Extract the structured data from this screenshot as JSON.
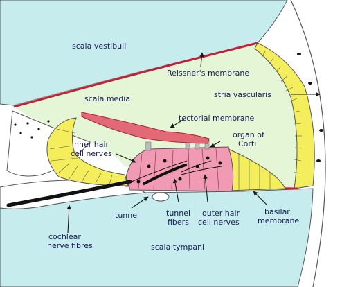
{
  "labels": {
    "scala_vestibuli": "scala vestibuli",
    "reissners_membrane": "Reissner's membrane",
    "scala_media": "scala media",
    "stria_vascularis": "stria vascularis",
    "tectorial_membrane": "tectorial membrane",
    "organ_of_corti_1": "organ of",
    "organ_of_corti_2": "Corti",
    "inner_hair_1": "inner hair",
    "inner_hair_2": "cell nerves",
    "tunnel": "tunnel",
    "tunnel_fibers_1": "tunnel",
    "tunnel_fibers_2": "fibers",
    "outer_hair_1": "outer hair",
    "outer_hair_2": "cell nerves",
    "basilar_1": "basilar",
    "basilar_2": "membrane",
    "cochlear_1": "cochlear",
    "cochlear_2": "nerve fibres",
    "scala_tympani": "scala tympani"
  },
  "colors": {
    "fluid": "#c6ecee",
    "media": "#e4f6d6",
    "outline": "#555555",
    "membrane": "#c0203a",
    "tectorial": "#e26a76",
    "stria": "#f4ee5c",
    "corti": "#f09ab4",
    "nerve": "#111111",
    "label": "#1a1a5a"
  }
}
